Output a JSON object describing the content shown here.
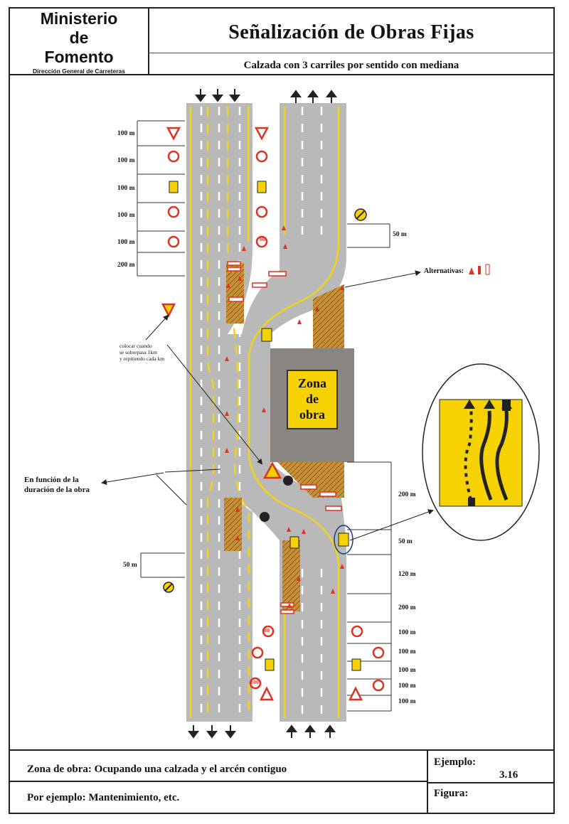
{
  "header": {
    "ministry_line1": "Ministerio",
    "ministry_line2": "de",
    "ministry_line3": "Fomento",
    "department": "Dirección General de Carreteras",
    "title": "Señalización de Obras Fijas",
    "subtitle": "Calzada con 3 carriles por sentido con mediana"
  },
  "diagram": {
    "work_zone_line1": "Zona",
    "work_zone_line2": "de",
    "work_zone_line3": "obra",
    "alternatives_label": "Alternativas:",
    "note_every_km_line1": "colocar cuando",
    "note_every_km_line2": "se sobrepasa 1km",
    "note_every_km_line3": "y repitiendo cada km",
    "note_duration_line1": "En función de la",
    "note_duration_line2": "duración de la obra",
    "sign_labels": [
      "100",
      "80",
      "60"
    ],
    "left_spacings": [
      "100 m",
      "100 m",
      "100 m",
      "100 m",
      "100 m",
      "200 m"
    ],
    "left_bottom_spacing": "50 m",
    "right_top_spacing": "50 m",
    "right_spacings": [
      "200 m",
      "50 m",
      "120 m",
      "200 m",
      "100 m",
      "100 m",
      "100 m",
      "100 m",
      "100 m"
    ],
    "colors": {
      "road": "#b9b9b9",
      "lane_yellow": "#f2d21a",
      "work_zone": "#8a8580",
      "work_zone_text_bg": "#f6d200",
      "hatch": "#c89138",
      "sign_red": "#e03020"
    }
  },
  "footer": {
    "zone_description": "Zona de obra: Ocupando una calzada y el arcén contiguo",
    "example_label": "Ejemplo:",
    "example_value": "3.16",
    "example_note": "Por ejemplo: Mantenimiento, etc.",
    "figure_label": "Figura:"
  }
}
